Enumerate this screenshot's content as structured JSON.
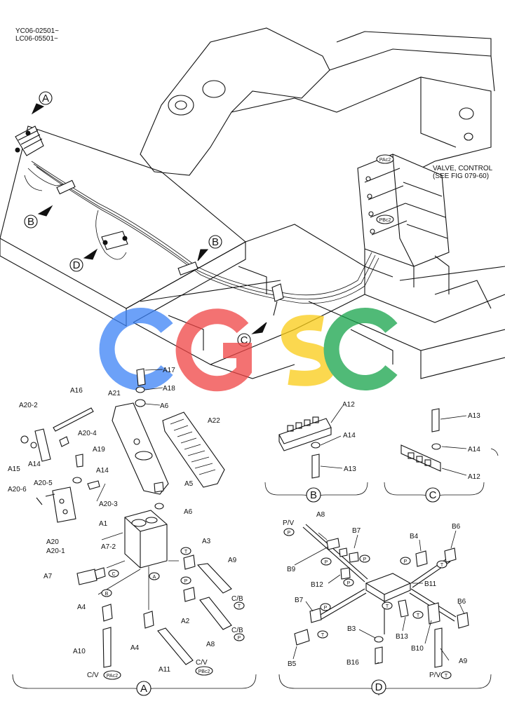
{
  "header": {
    "serial_1": "YC06-02501~",
    "serial_2": "LC06-05501~"
  },
  "valve_note": {
    "line1": "VALVE, CONTROL",
    "line2": "(SEE FIG 079-60)"
  },
  "view_markers": {
    "A": "A",
    "B": "B",
    "C": "C",
    "D": "D"
  },
  "port_tags": {
    "pac2": "PAc2",
    "pbc2": "PBc2"
  },
  "watermark": {
    "text": "CGSC",
    "colors": [
      "#3b82f6",
      "#ef4444",
      "#facc15",
      "#16a34a"
    ]
  },
  "section_labels": {
    "A": "A",
    "B": "B",
    "C": "C",
    "D": "D"
  },
  "callouts_a": {
    "a17": "A17",
    "a18": "A18",
    "a6_top": "A6",
    "a16": "A16",
    "a21": "A21",
    "a22": "A22",
    "a20_2": "A20-2",
    "a20_4": "A20-4",
    "a19": "A19",
    "a14_upper": "A14",
    "a14_left": "A14",
    "a15": "A15",
    "a20_5": "A20-5",
    "a20_6": "A20-6",
    "a20_3": "A20-3",
    "a20": "A20",
    "a20_1": "A20-1",
    "a5": "A5",
    "a6_mid": "A6",
    "a1": "A1",
    "a3": "A3",
    "a9": "A9",
    "a7_2": "A7-2",
    "a7": "A7",
    "a4_left": "A4",
    "a2": "A2",
    "cb_top": "C/B",
    "cb_bottom": "C/B",
    "a8": "A8",
    "a4_bottom": "A4",
    "a10": "A10",
    "a11": "A11",
    "cv_left": "C/V",
    "cv_right": "C/V"
  },
  "callouts_b": {
    "a12": "A12",
    "a14": "A14",
    "a13": "A13"
  },
  "callouts_c": {
    "a13": "A13",
    "a14": "A14",
    "a12": "A12"
  },
  "callouts_d": {
    "pv_top": "P/V",
    "a8": "A8",
    "b7_top": "B7",
    "b6_top": "B6",
    "b9": "B9",
    "b4": "B4",
    "b12": "B12",
    "b11": "B11",
    "b7_left": "B7",
    "b6_right": "B6",
    "b3": "B3",
    "b13": "B13",
    "b10": "B10",
    "b5": "B5",
    "b16": "B16",
    "a9": "A9",
    "pv_bottom": "P/V"
  },
  "circle_tags": {
    "t": "T",
    "p": "P",
    "a": "A",
    "b": "B",
    "c": "C",
    "pac2": "PAc2",
    "pbc2": "PBc2"
  }
}
